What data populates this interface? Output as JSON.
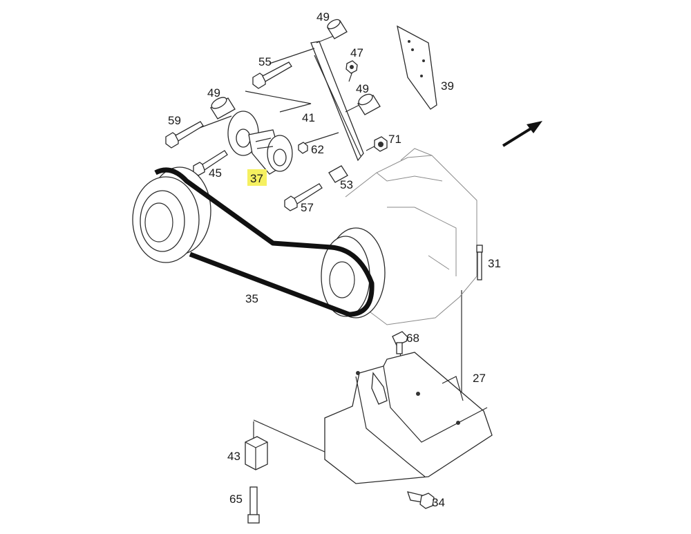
{
  "diagram": {
    "highlight_color": "#f5f060",
    "line_color": "#2a2a2a",
    "highlighted_part": "37",
    "labels": {
      "p49a": "49",
      "p55": "55",
      "p47": "47",
      "p49b": "49",
      "p49c": "49",
      "p59": "59",
      "p41": "41",
      "p71": "71",
      "p62": "62",
      "p45": "45",
      "p37": "37",
      "p53": "53",
      "p57": "57",
      "p39": "39",
      "p31": "31",
      "p35": "35",
      "p68": "68",
      "p27": "27",
      "p43": "43",
      "p65": "65",
      "p34": "34"
    }
  }
}
